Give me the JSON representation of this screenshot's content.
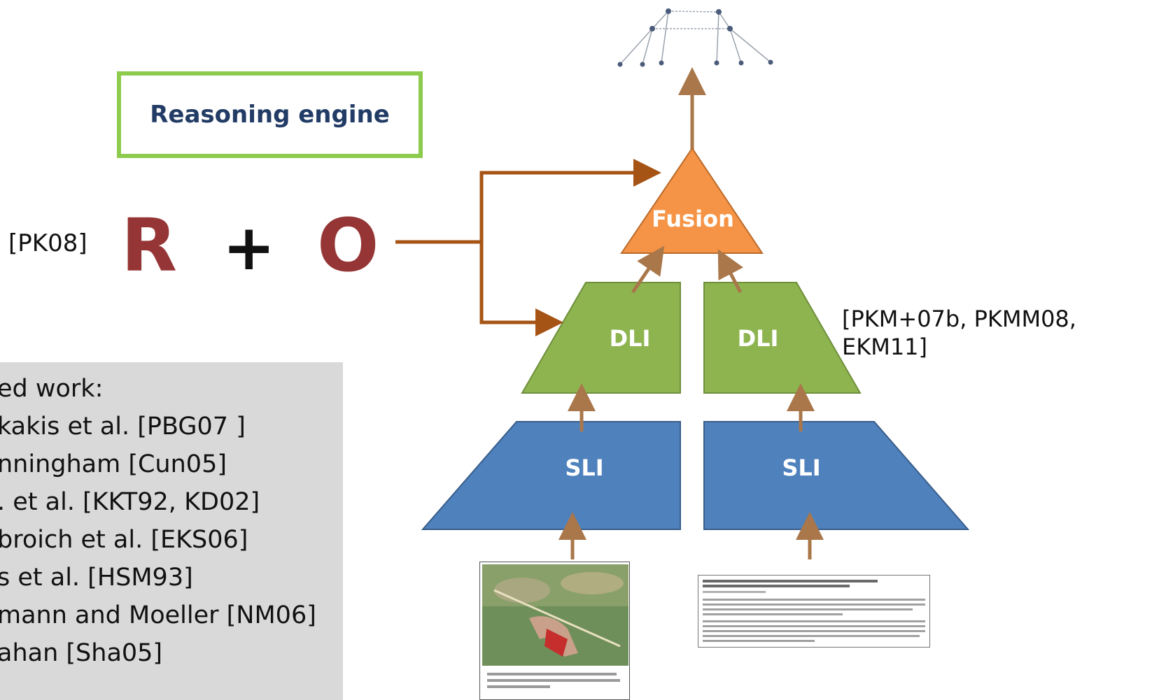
{
  "reasoning_box": {
    "label": "Reasoning engine"
  },
  "formula": {
    "citation": "[PK08]",
    "left": "R",
    "operator": "+",
    "right": "O"
  },
  "nodes": {
    "fusion": "Fusion",
    "dli_left": "DLI",
    "dli_right": "DLI",
    "sli_left": "SLI",
    "sli_right": "SLI"
  },
  "dli_citation": {
    "line1": "[PKM+07b, PKMM08,",
    "line2": "EKM11]"
  },
  "related_work": {
    "lines": [
      "ed work:",
      "kakis et al. [PBG07 ]",
      "nningham [Cun05]",
      ". et al. [KKT92, KD02]",
      "broich et al. [EKS06]",
      "s et al. [HSM93]",
      "mann and Moeller [NM06]",
      "ahan [Sha05]"
    ]
  },
  "colors": {
    "arrow": "#a9774a",
    "formula_arrow": "#a65415",
    "letter": "#963535",
    "fusion": "#f59446",
    "dli": "#8eb450",
    "sli": "#4f81bd",
    "box_border": "#8dcb4e"
  }
}
